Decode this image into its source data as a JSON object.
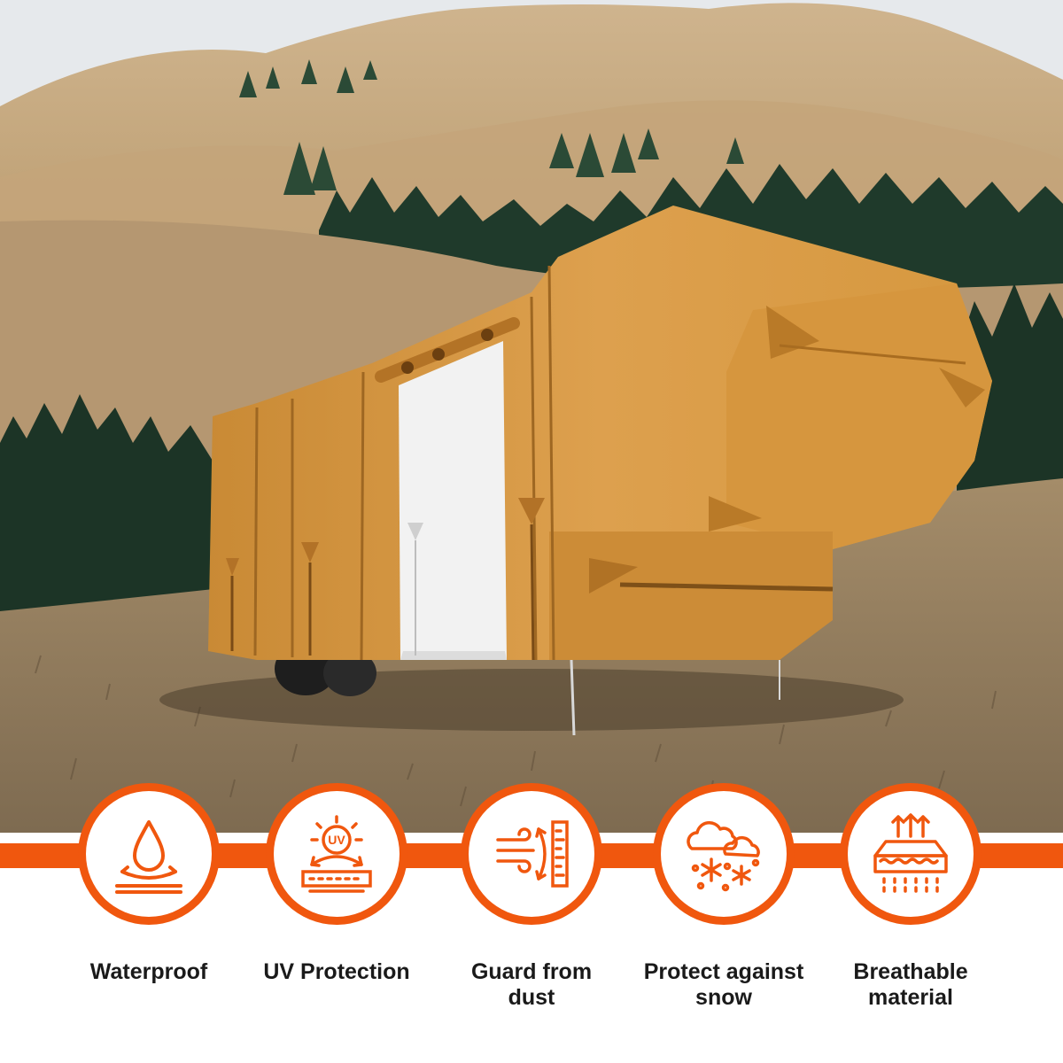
{
  "features": [
    {
      "label": "Waterproof",
      "icon": "water-drop-icon"
    },
    {
      "label": "UV Protection",
      "icon": "uv-sun-icon",
      "badge": "UV"
    },
    {
      "label": "Guard from\ndust",
      "icon": "wind-dust-icon"
    },
    {
      "label": "Protect against\nsnow",
      "icon": "cloud-snow-icon"
    },
    {
      "label": "Breathable\nmaterial",
      "icon": "breathable-layer-icon"
    }
  ],
  "colors": {
    "accent": "#f0570e",
    "cover": "#d99743",
    "hills": "#c8a97e",
    "forest": "#1f3a2b",
    "meadow": "#9c8461"
  }
}
